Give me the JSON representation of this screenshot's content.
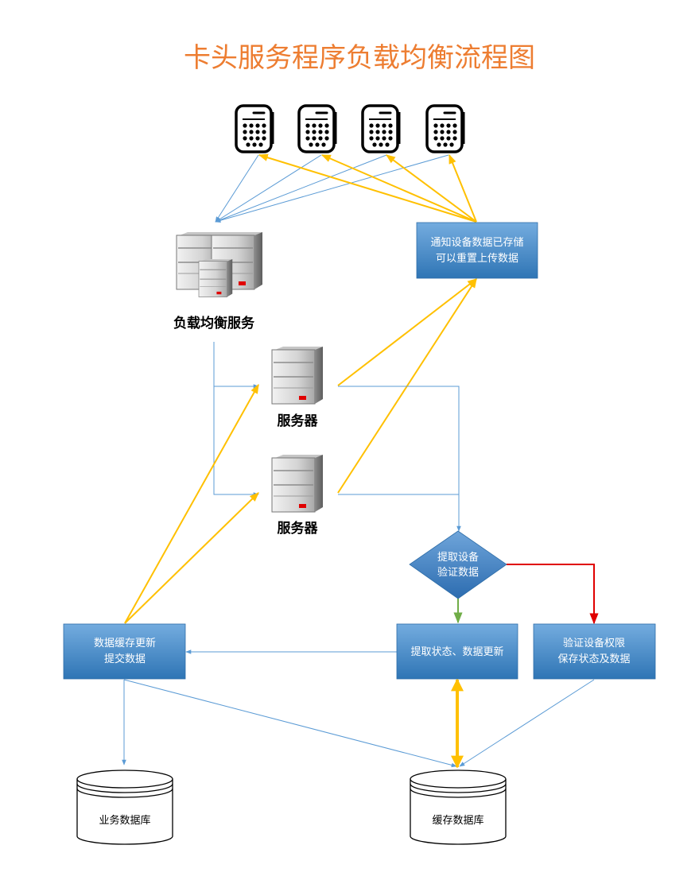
{
  "title": "卡头服务程序负载均衡流程图",
  "colors": {
    "title": "#ED7D31",
    "box_top": "#6FA8DC",
    "box_bottom": "#2E75B6",
    "blue_line": "#5B9BD5",
    "yellow_line": "#FFC000",
    "red_line": "#E00000",
    "green_line": "#70AD47"
  },
  "devices": [
    {
      "icon": "card-terminal-icon"
    },
    {
      "icon": "card-terminal-icon"
    },
    {
      "icon": "card-terminal-icon"
    },
    {
      "icon": "card-terminal-icon"
    }
  ],
  "load_balancer": {
    "label": "负载均衡服务",
    "icon": "server-cluster-icon"
  },
  "servers": [
    {
      "label": "服务器",
      "icon": "server-icon"
    },
    {
      "label": "服务器",
      "icon": "server-icon"
    }
  ],
  "notify_box": {
    "line1": "通知设备数据已存储",
    "line2": "可以重置上传数据"
  },
  "decision": {
    "line1": "提取设备",
    "line2": "验证数据"
  },
  "cache_submit_box": {
    "line1": "数据缓存更新",
    "line2": "提交数据"
  },
  "extract_state_box": {
    "line1": "提取状态、数据更新"
  },
  "verify_box": {
    "line1": "验证设备权限",
    "line2": "保存状态及数据"
  },
  "databases": [
    {
      "label": "业务数据库"
    },
    {
      "label": "缓存数据库"
    }
  ]
}
